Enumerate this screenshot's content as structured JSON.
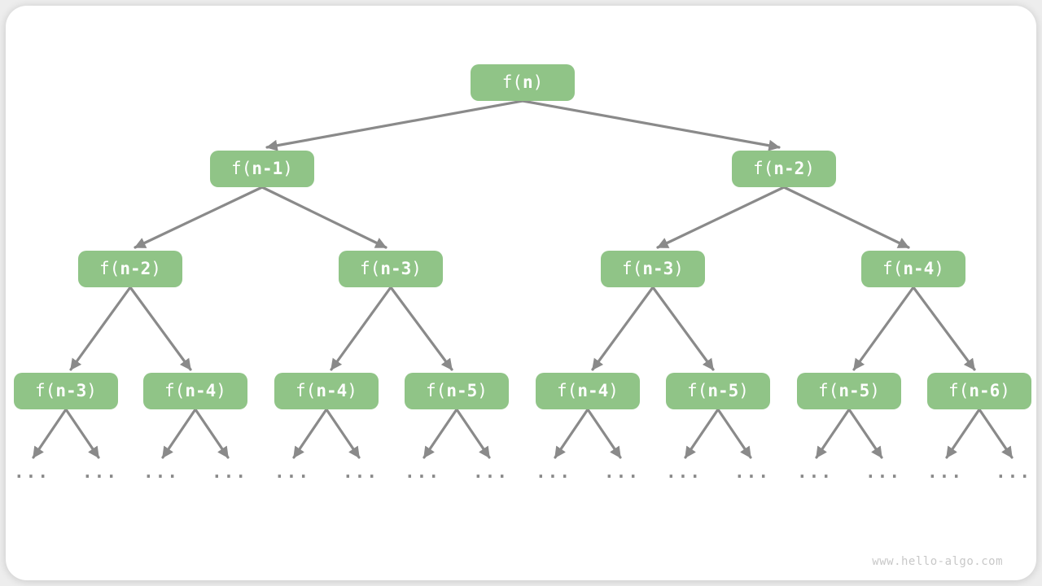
{
  "watermark": "www.hello-algo.com",
  "ellipsis": "...",
  "colors": {
    "node_fill": "#90C487",
    "node_text": "#FFFFFF",
    "arrow": "#8A8A8A",
    "watermark": "#C8C8C8",
    "card": "#FFFFFF",
    "page_bg": "#EDEDED"
  },
  "nodes": [
    {
      "pre": "f(",
      "arg": "n",
      "post": ")"
    },
    {
      "pre": "f(",
      "arg": "n-1",
      "post": ")"
    },
    {
      "pre": "f(",
      "arg": "n-2",
      "post": ")"
    },
    {
      "pre": "f(",
      "arg": "n-2",
      "post": ")"
    },
    {
      "pre": "f(",
      "arg": "n-3",
      "post": ")"
    },
    {
      "pre": "f(",
      "arg": "n-3",
      "post": ")"
    },
    {
      "pre": "f(",
      "arg": "n-4",
      "post": ")"
    },
    {
      "pre": "f(",
      "arg": "n-3",
      "post": ")"
    },
    {
      "pre": "f(",
      "arg": "n-4",
      "post": ")"
    },
    {
      "pre": "f(",
      "arg": "n-4",
      "post": ")"
    },
    {
      "pre": "f(",
      "arg": "n-5",
      "post": ")"
    },
    {
      "pre": "f(",
      "arg": "n-4",
      "post": ")"
    },
    {
      "pre": "f(",
      "arg": "n-5",
      "post": ")"
    },
    {
      "pre": "f(",
      "arg": "n-5",
      "post": ")"
    },
    {
      "pre": "f(",
      "arg": "n-6",
      "post": ")"
    }
  ]
}
